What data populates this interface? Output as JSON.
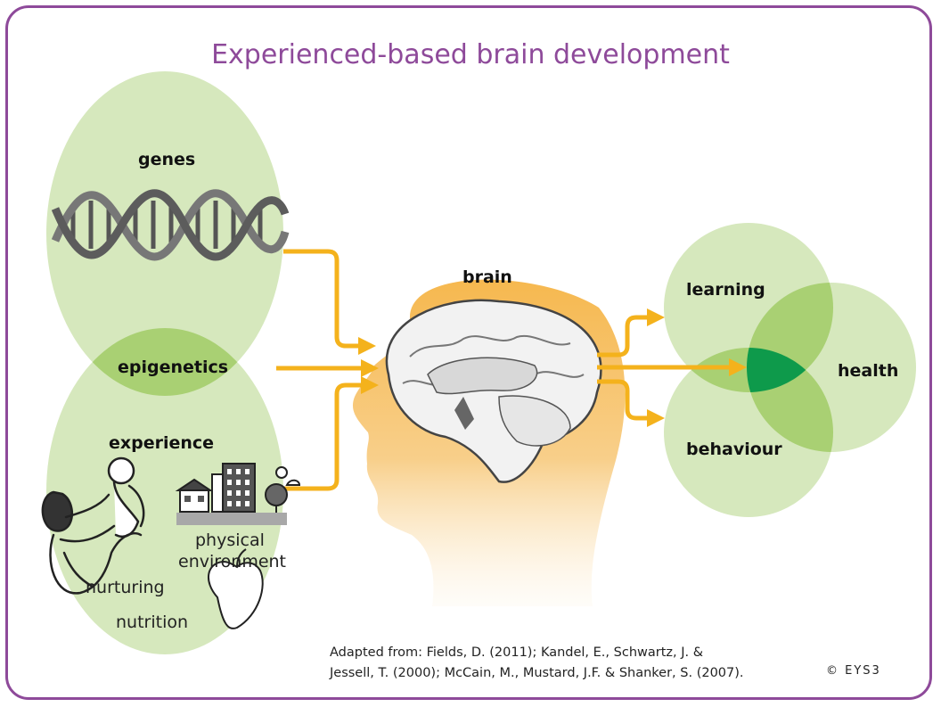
{
  "title": "Experienced-based brain development",
  "labels": {
    "genes": "genes",
    "epigenetics": "epigenetics",
    "experience": "experience",
    "brain": "brain",
    "learning": "learning",
    "health": "health",
    "behaviour": "behaviour",
    "physical_line1": "physical",
    "physical_line2": "environment",
    "nurturing": "nurturing",
    "nutrition": "nutrition"
  },
  "caption": {
    "line1": "Adapted from: Fields, D. (2011); Kandel, E., Schwartz, J. &",
    "line2": "Jessell, T. (2000); McCain, M., Mustard, J.F. & Shanker, S. (2007)."
  },
  "copyright": "© EYS3",
  "colors": {
    "frame": "#8e4a9a",
    "title": "#8e4a9a",
    "circle_light": "#d6e8bd",
    "overlap_mid": "#a9d073",
    "overlap_center": "#0e9a4b",
    "arrow": "#f4b21c",
    "head": "#f7c877"
  }
}
